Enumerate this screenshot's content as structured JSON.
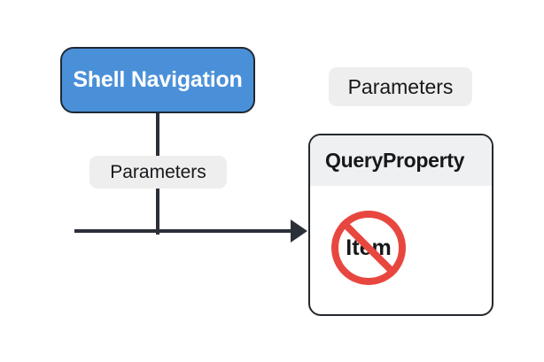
{
  "diagram": {
    "background_color": "#ffffff",
    "nodes": {
      "shell_navigation": {
        "label": "Shell Navigation",
        "fill_color": "#4a90d9",
        "border_color": "#1f2933",
        "text_color": "#ffffff"
      },
      "query_property": {
        "title": "QueryProperty",
        "header_fill": "#eff0f1",
        "body_fill": "#ffffff",
        "border_color": "#24292f",
        "blocked_item": {
          "label": "Item",
          "badge_color": "#e8473f",
          "badge_name": "prohibited"
        }
      }
    },
    "chips": [
      {
        "label": "Parameters",
        "fill_color": "#eeeeef",
        "text_color": "#17181a",
        "position": "top-right"
      },
      {
        "label": "Parameters",
        "fill_color": "#eeeeef",
        "text_color": "#17181a",
        "position": "on-connector"
      }
    ],
    "connectors": {
      "line_color": "#2b3038",
      "arrow_direction": "right"
    }
  }
}
